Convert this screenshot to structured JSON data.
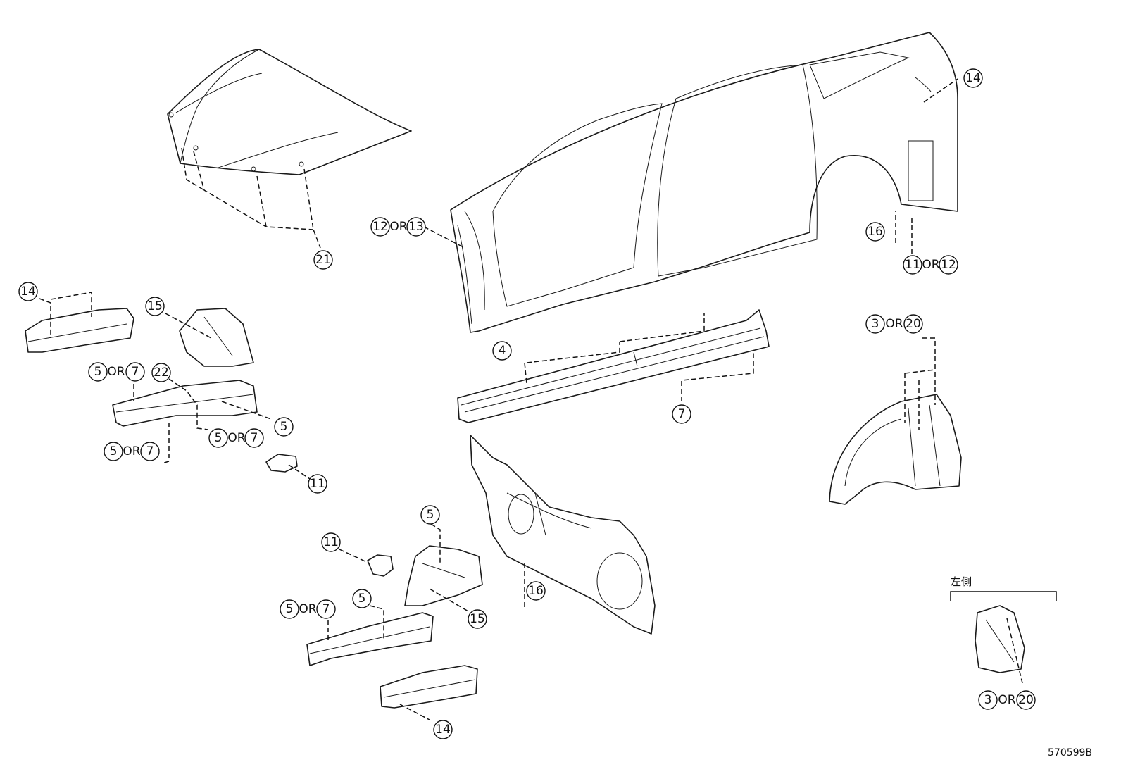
{
  "diagram": {
    "reference_code": "570599B",
    "inset_label": "左側",
    "or_label": "OR",
    "callouts": [
      {
        "key": "hood",
        "parts": [
          "21"
        ]
      },
      {
        "key": "pillar-front",
        "parts": [
          "12",
          "13"
        ]
      },
      {
        "key": "quarter-top",
        "parts": [
          "14"
        ]
      },
      {
        "key": "quarter-lower",
        "parts": [
          "16"
        ]
      },
      {
        "key": "quarter-bottom",
        "parts": [
          "11",
          "12"
        ]
      },
      {
        "key": "apron-front-top",
        "parts": [
          "14"
        ]
      },
      {
        "key": "apron-tower",
        "parts": [
          "15"
        ]
      },
      {
        "key": "rail-left",
        "parts": [
          "5",
          "7"
        ]
      },
      {
        "key": "rail-reinf",
        "parts": [
          "22"
        ]
      },
      {
        "key": "rail-right",
        "parts": [
          "5"
        ]
      },
      {
        "key": "rail-mid",
        "parts": [
          "5",
          "7"
        ]
      },
      {
        "key": "rail-lower",
        "parts": [
          "5",
          "7"
        ]
      },
      {
        "key": "bracket-small",
        "parts": [
          "11"
        ]
      },
      {
        "key": "rocker-top",
        "parts": [
          "4"
        ]
      },
      {
        "key": "rocker-bottom",
        "parts": [
          "7"
        ]
      },
      {
        "key": "wheelhouse-top",
        "parts": [
          "3",
          "20"
        ]
      },
      {
        "key": "tower-right-top",
        "parts": [
          "5"
        ]
      },
      {
        "key": "bracket-right",
        "parts": [
          "11"
        ]
      },
      {
        "key": "tower-right-bottom",
        "parts": [
          "15"
        ]
      },
      {
        "key": "dash-lower",
        "parts": [
          "16"
        ]
      },
      {
        "key": "rail-right-left",
        "parts": [
          "5",
          "7"
        ]
      },
      {
        "key": "rail-right-mid",
        "parts": [
          "5"
        ]
      },
      {
        "key": "apron-right-bottom",
        "parts": [
          "14"
        ]
      },
      {
        "key": "inset-bottom",
        "parts": [
          "3",
          "20"
        ]
      }
    ]
  }
}
